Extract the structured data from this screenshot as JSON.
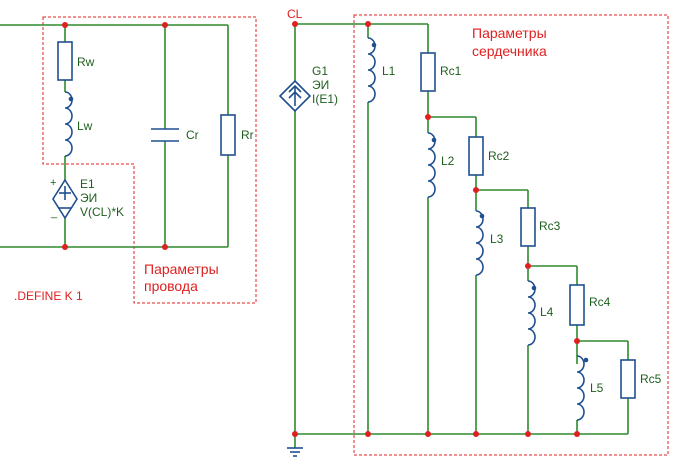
{
  "labels": {
    "rw": "Rw",
    "lw": "Lw",
    "cr": "Cr",
    "rr": "Rr",
    "e1_name": "E1",
    "e1_sym": "ЭИ",
    "e1_expr": "V(CL)*K",
    "e1_plus": "+",
    "e1_minus": "_",
    "define": ".DEFINE K 1",
    "wire_params_line1": "Параметры",
    "wire_params_line2": "провода",
    "cl": "CL",
    "g1_name": "G1",
    "g1_sym": "ЭИ",
    "g1_expr": "I(E1)",
    "core_params_line1": "Параметры",
    "core_params_line2": "сердечника",
    "l1": "L1",
    "l2": "L2",
    "l3": "L3",
    "l4": "L4",
    "l5": "L5",
    "rc1": "Rc1",
    "rc2": "Rc2",
    "rc3": "Rc3",
    "rc4": "Rc4",
    "rc5": "Rc5"
  },
  "colors": {
    "wire": "#2e8b2e",
    "component": "#1f4f8f",
    "annotation": "#e02020",
    "label": "#1f5f1f"
  }
}
